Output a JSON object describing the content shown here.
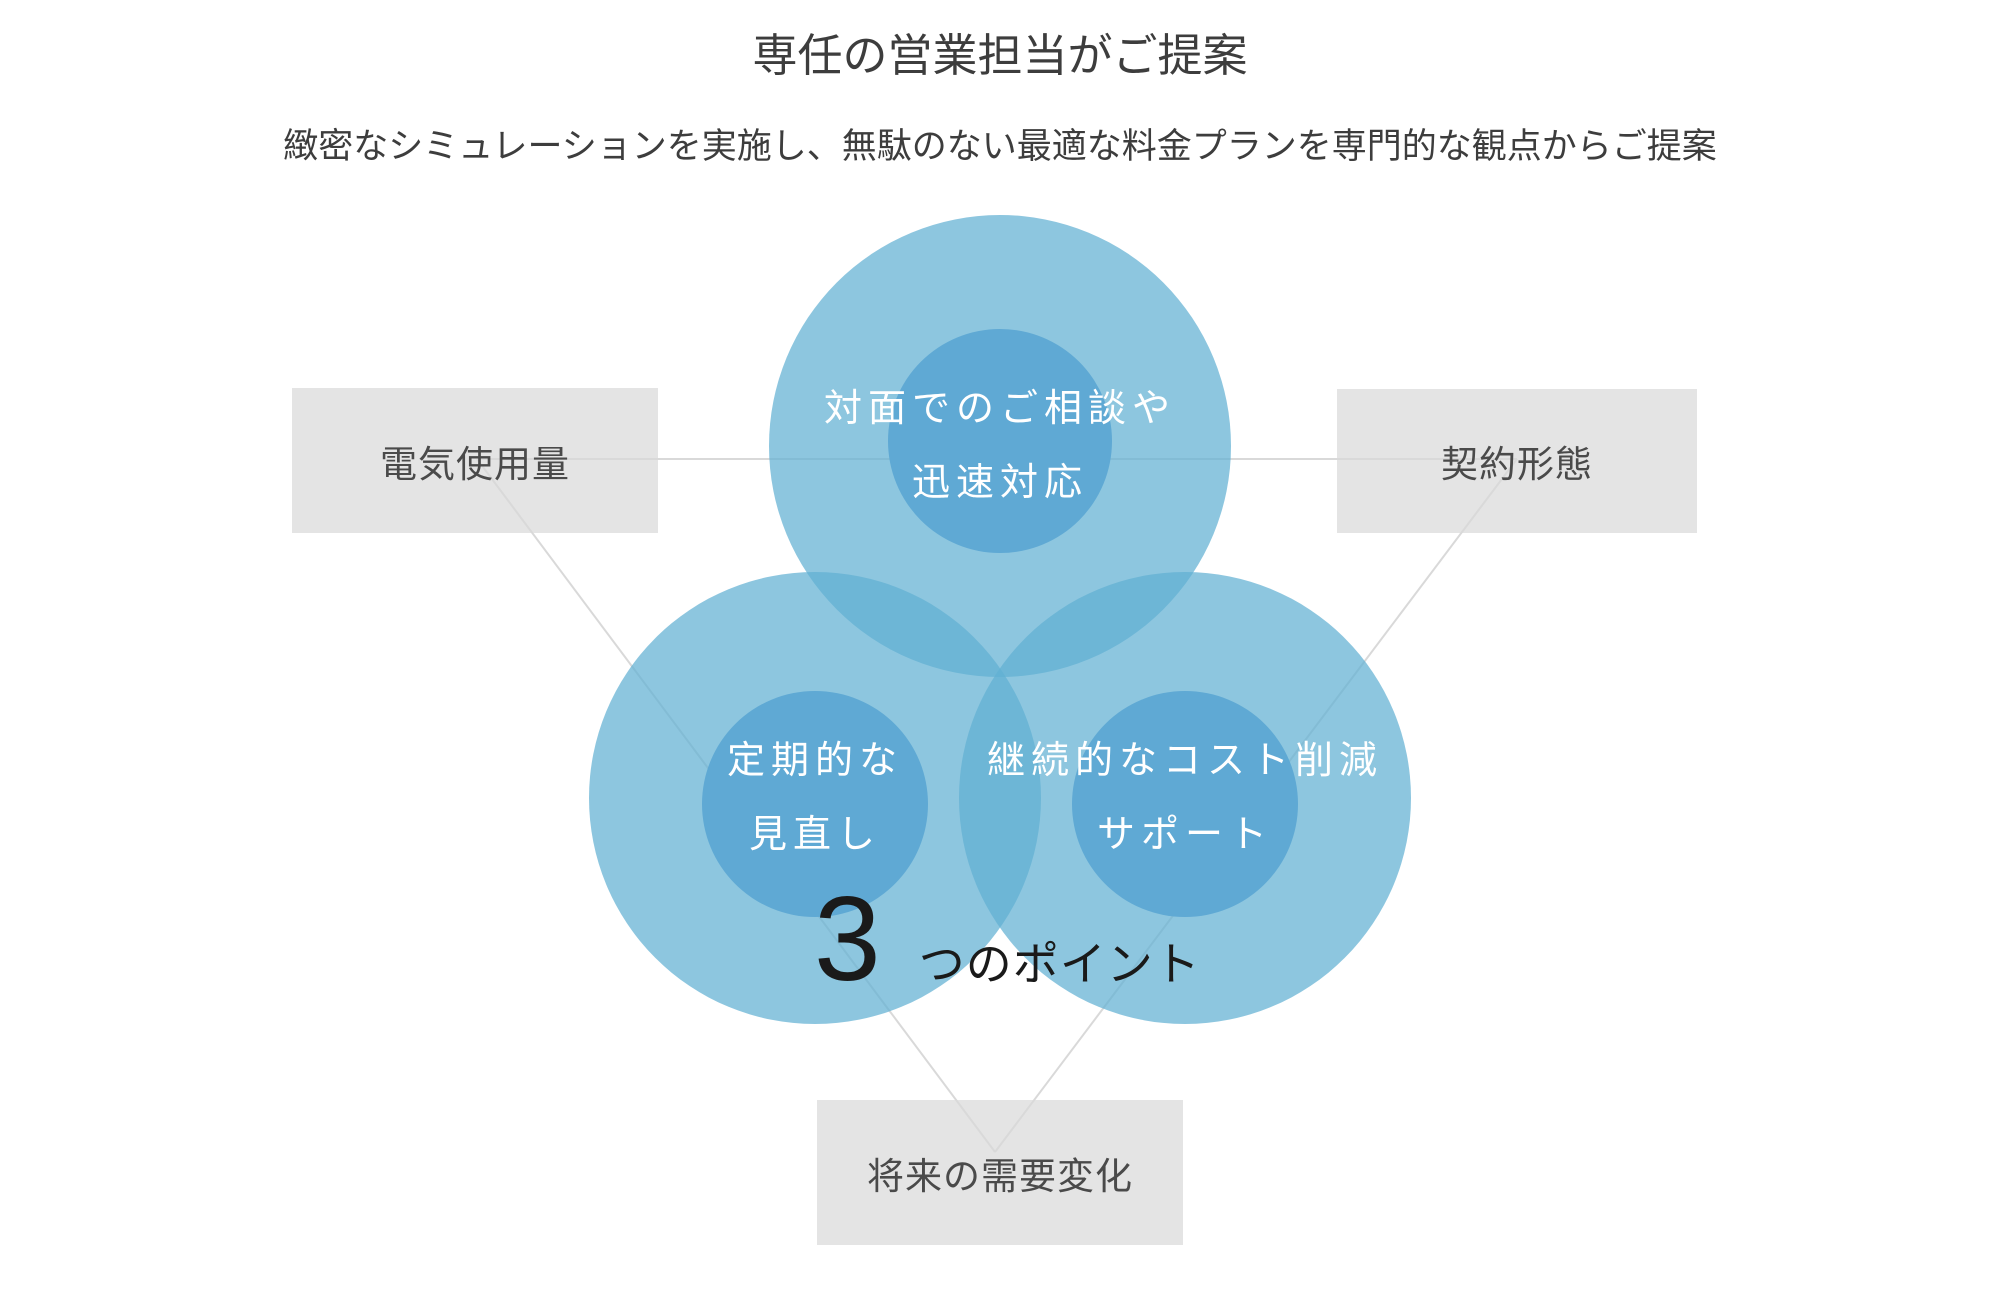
{
  "colors": {
    "page_bg": "#ffffff",
    "heading_text": "#3d3d3d",
    "circle_fill": "rgba(97,176,210,0.72)",
    "inner_circle_fill": "#5fa9d4",
    "circle_text": "#ffffff",
    "factor_box_bg": "#e4e4e4",
    "factor_text": "#4a4a4a",
    "connector_line": "#d9d9d9",
    "badge_text": "#1a1a1a"
  },
  "header": {
    "title": "専任の営業担当がご提案",
    "subtitle": "緻密なシミュレーションを実施し、無駄のない最適な料金プランを専門的な観点からご提案"
  },
  "circles": [
    {
      "name": "face-to-face-support",
      "lines": [
        "対面でのご相談や",
        "迅速対応"
      ]
    },
    {
      "name": "periodic-review",
      "lines": [
        "定期的な",
        "見直し"
      ]
    },
    {
      "name": "cost-reduction",
      "lines": [
        "継続的なコスト削減",
        "サポート"
      ]
    }
  ],
  "factors": [
    {
      "name": "electricity-usage",
      "label": "電気使用量"
    },
    {
      "name": "contract-type",
      "label": "契約形態"
    },
    {
      "name": "future-demand",
      "label": "将来の需要変化"
    }
  ],
  "badge": {
    "number": "3",
    "label": "つのポイント"
  }
}
